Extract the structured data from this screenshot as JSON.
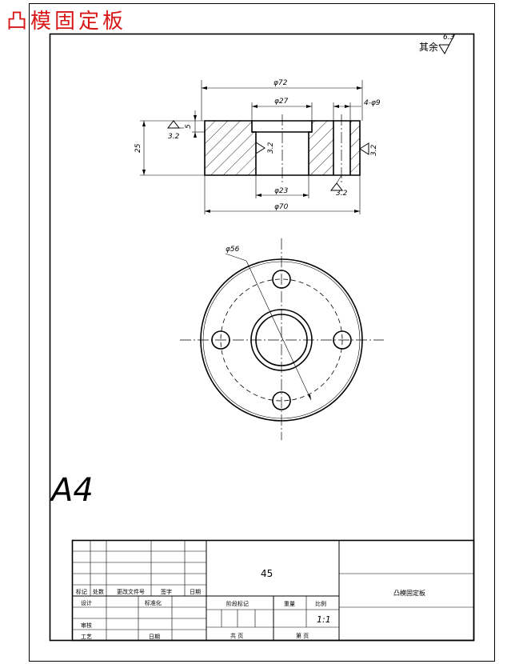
{
  "title": "凸模固定板",
  "roughness_note": {
    "label": "其余",
    "value": "6.3"
  },
  "dimensions": {
    "outer_dia": "φ72",
    "boss_dia": "φ27",
    "holes": "4-φ9",
    "step": "5",
    "thickness": "25",
    "bore_dia": "φ23",
    "base_dia": "φ70",
    "bolt_circle": "φ56"
  },
  "roughness_values": {
    "left": "3.2",
    "bore": "3.2",
    "right": "3.2",
    "bottom": "3.2"
  },
  "sheet_size": "A4",
  "title_block": {
    "material": "45",
    "part_name": "凸模固定板",
    "scale": "1:1",
    "row_labels": [
      "标记",
      "处数",
      "更改文件号",
      "签字",
      "日期"
    ],
    "design": "设计",
    "standardize": "标准化",
    "review": "审核",
    "process": "工艺",
    "date": "日期",
    "stage_mark": "阶段标记",
    "weight": "重量",
    "scale_label": "比例",
    "sheets_total": "共   页",
    "sheet_no": "第   页"
  }
}
